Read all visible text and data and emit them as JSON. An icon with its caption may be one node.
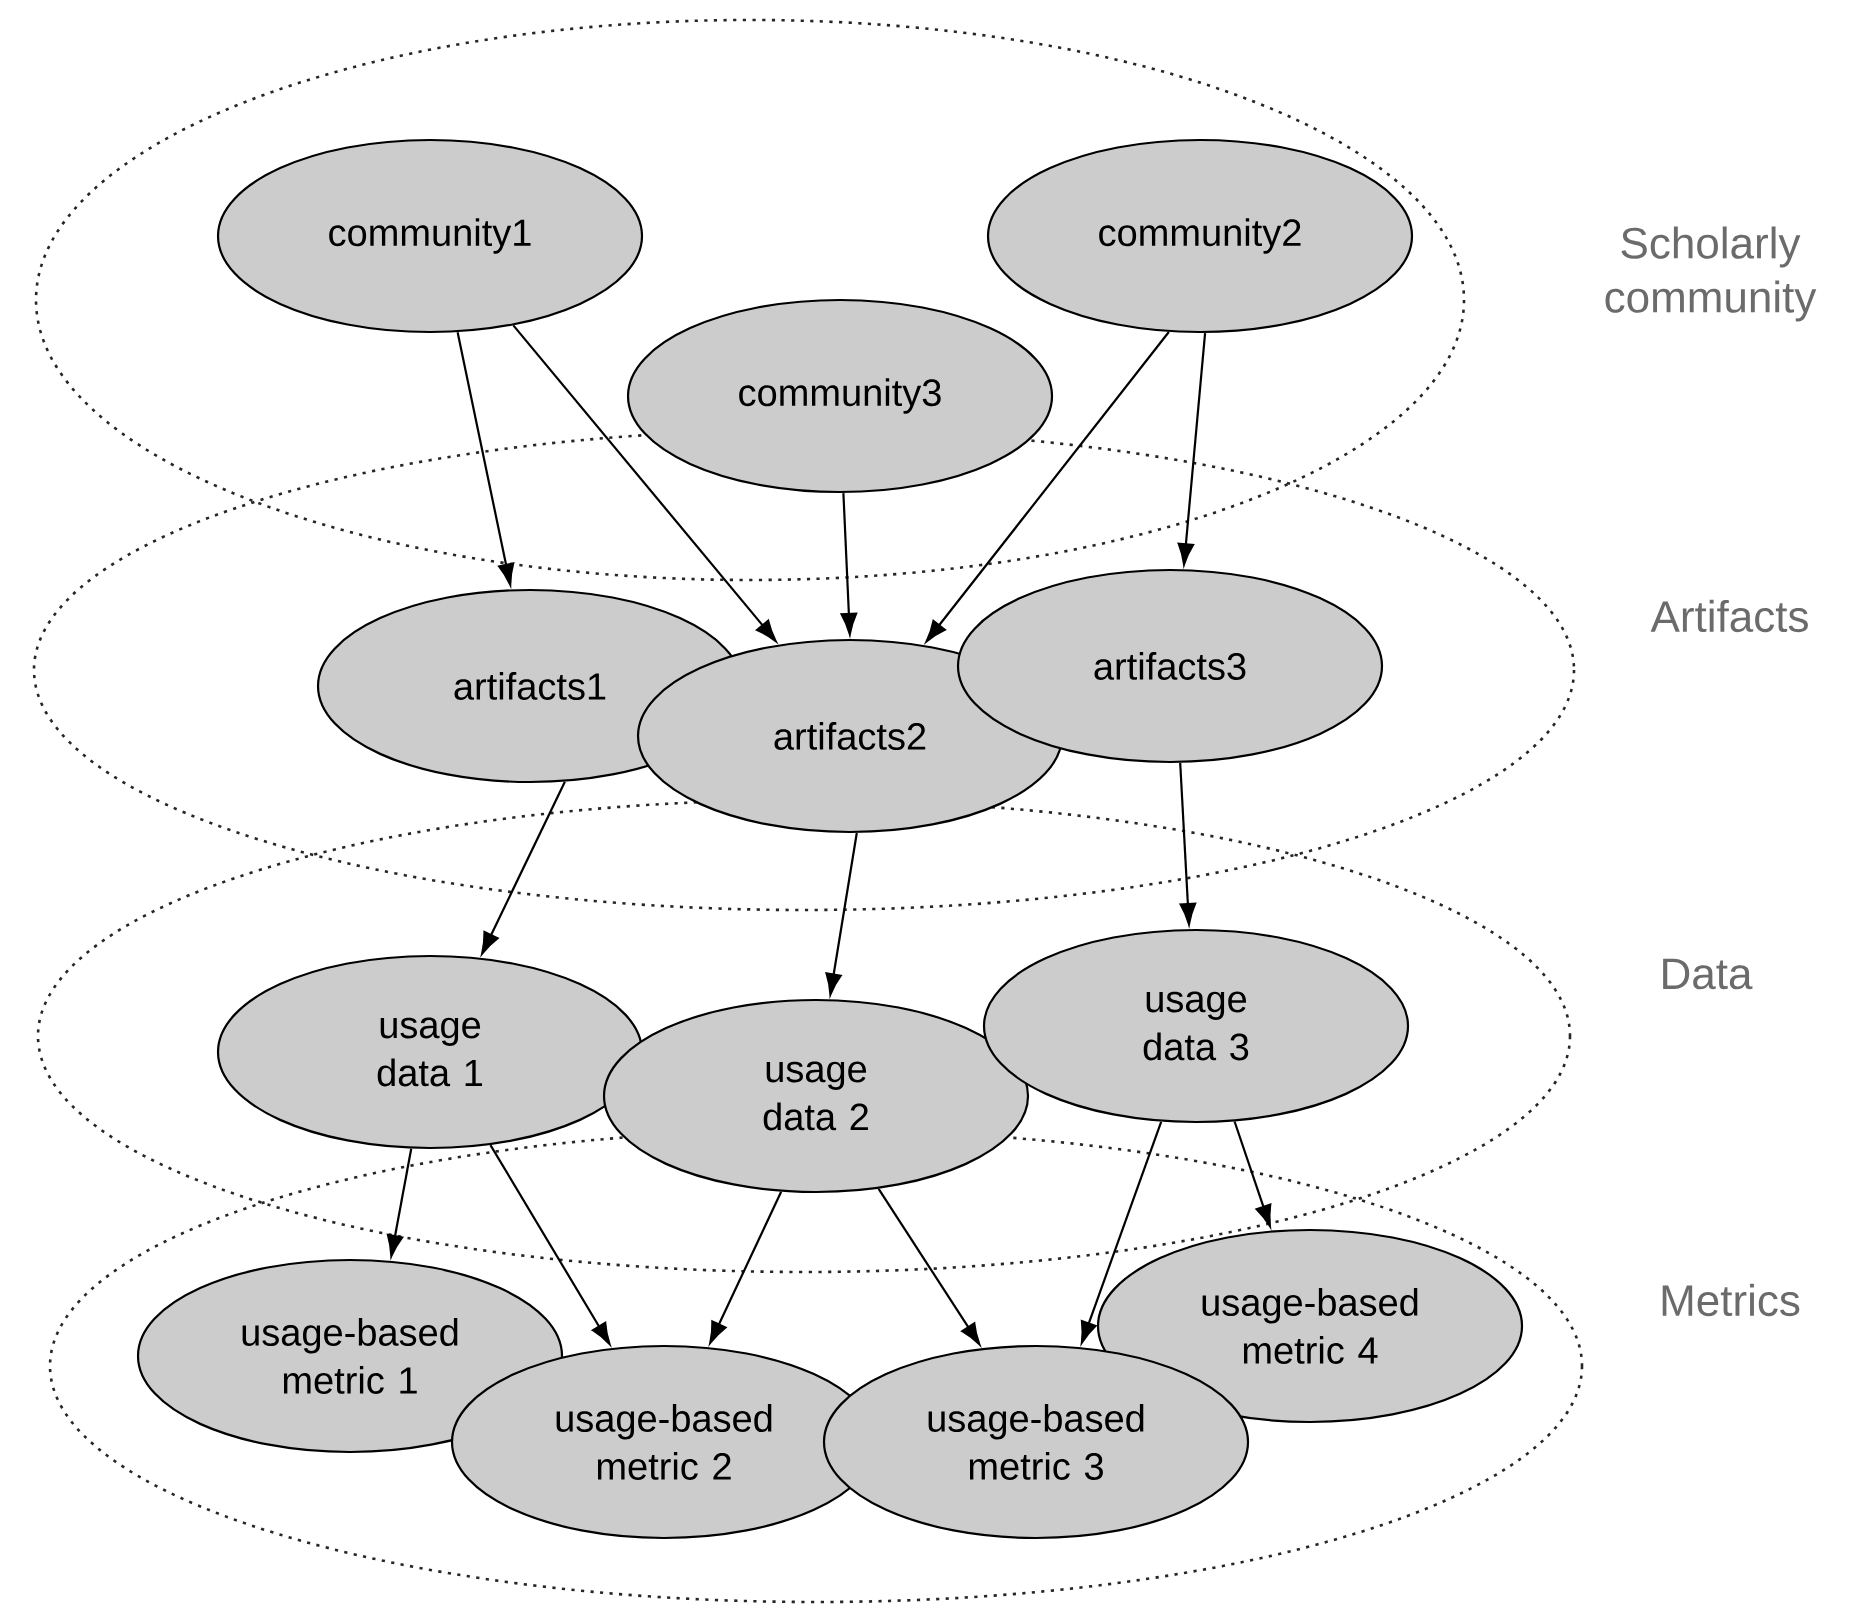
{
  "diagram": {
    "nodes": [
      {
        "text": [
          "Scholarly community"
        ]
      },
      {
        "text": [
          "community1"
        ],
        "in": 0
      },
      {
        "text": [
          "community2"
        ],
        "in": 0
      },
      {
        "text": [
          "community3"
        ],
        "in": 0
      },
      {
        "text": [
          "Artifacts"
        ]
      },
      {
        "text": [
          "artifacts1"
        ],
        "in": 4
      },
      {
        "text": [
          "artifacts2"
        ],
        "in": 4
      },
      {
        "text": [
          "artifacts3"
        ],
        "in": 4
      },
      {
        "text": [
          "Data"
        ]
      },
      {
        "text": [
          "usage data 1"
        ],
        "in": 8
      },
      {
        "text": [
          "usage data 2"
        ],
        "in": 8
      },
      {
        "text": [
          "usage data 3"
        ],
        "in": 8
      },
      {
        "text": [
          "Metrics"
        ]
      },
      {
        "text": [
          "usage-based metric 1"
        ],
        "in": 12
      },
      {
        "text": [
          "usage-based metric 2"
        ],
        "in": 12
      },
      {
        "text": [
          "usage-based metric 3"
        ],
        "in": 12
      },
      {
        "text": [
          "usage-based metric 4"
        ],
        "in": 12
      }
    ],
    "edges": [
      {
        "from": 1,
        "to": 5,
        "arrow": "to"
      },
      {
        "from": 1,
        "to": 6,
        "arrow": "to"
      },
      {
        "from": 3,
        "to": 6,
        "arrow": "to"
      },
      {
        "from": 2,
        "to": 6,
        "arrow": "to"
      },
      {
        "from": 2,
        "to": 7,
        "arrow": "to"
      },
      {
        "from": 5,
        "to": 9,
        "arrow": "to"
      },
      {
        "from": 6,
        "to": 10,
        "arrow": "to"
      },
      {
        "from": 7,
        "to": 11,
        "arrow": "to"
      },
      {
        "from": 9,
        "to": 13,
        "arrow": "to"
      },
      {
        "from": 9,
        "to": 14,
        "arrow": "to"
      },
      {
        "from": 10,
        "to": 14,
        "arrow": "to"
      },
      {
        "from": 10,
        "to": 15,
        "arrow": "to"
      },
      {
        "from": 11,
        "to": 15,
        "arrow": "to"
      },
      {
        "from": 11,
        "to": 16,
        "arrow": "to"
      }
    ]
  }
}
